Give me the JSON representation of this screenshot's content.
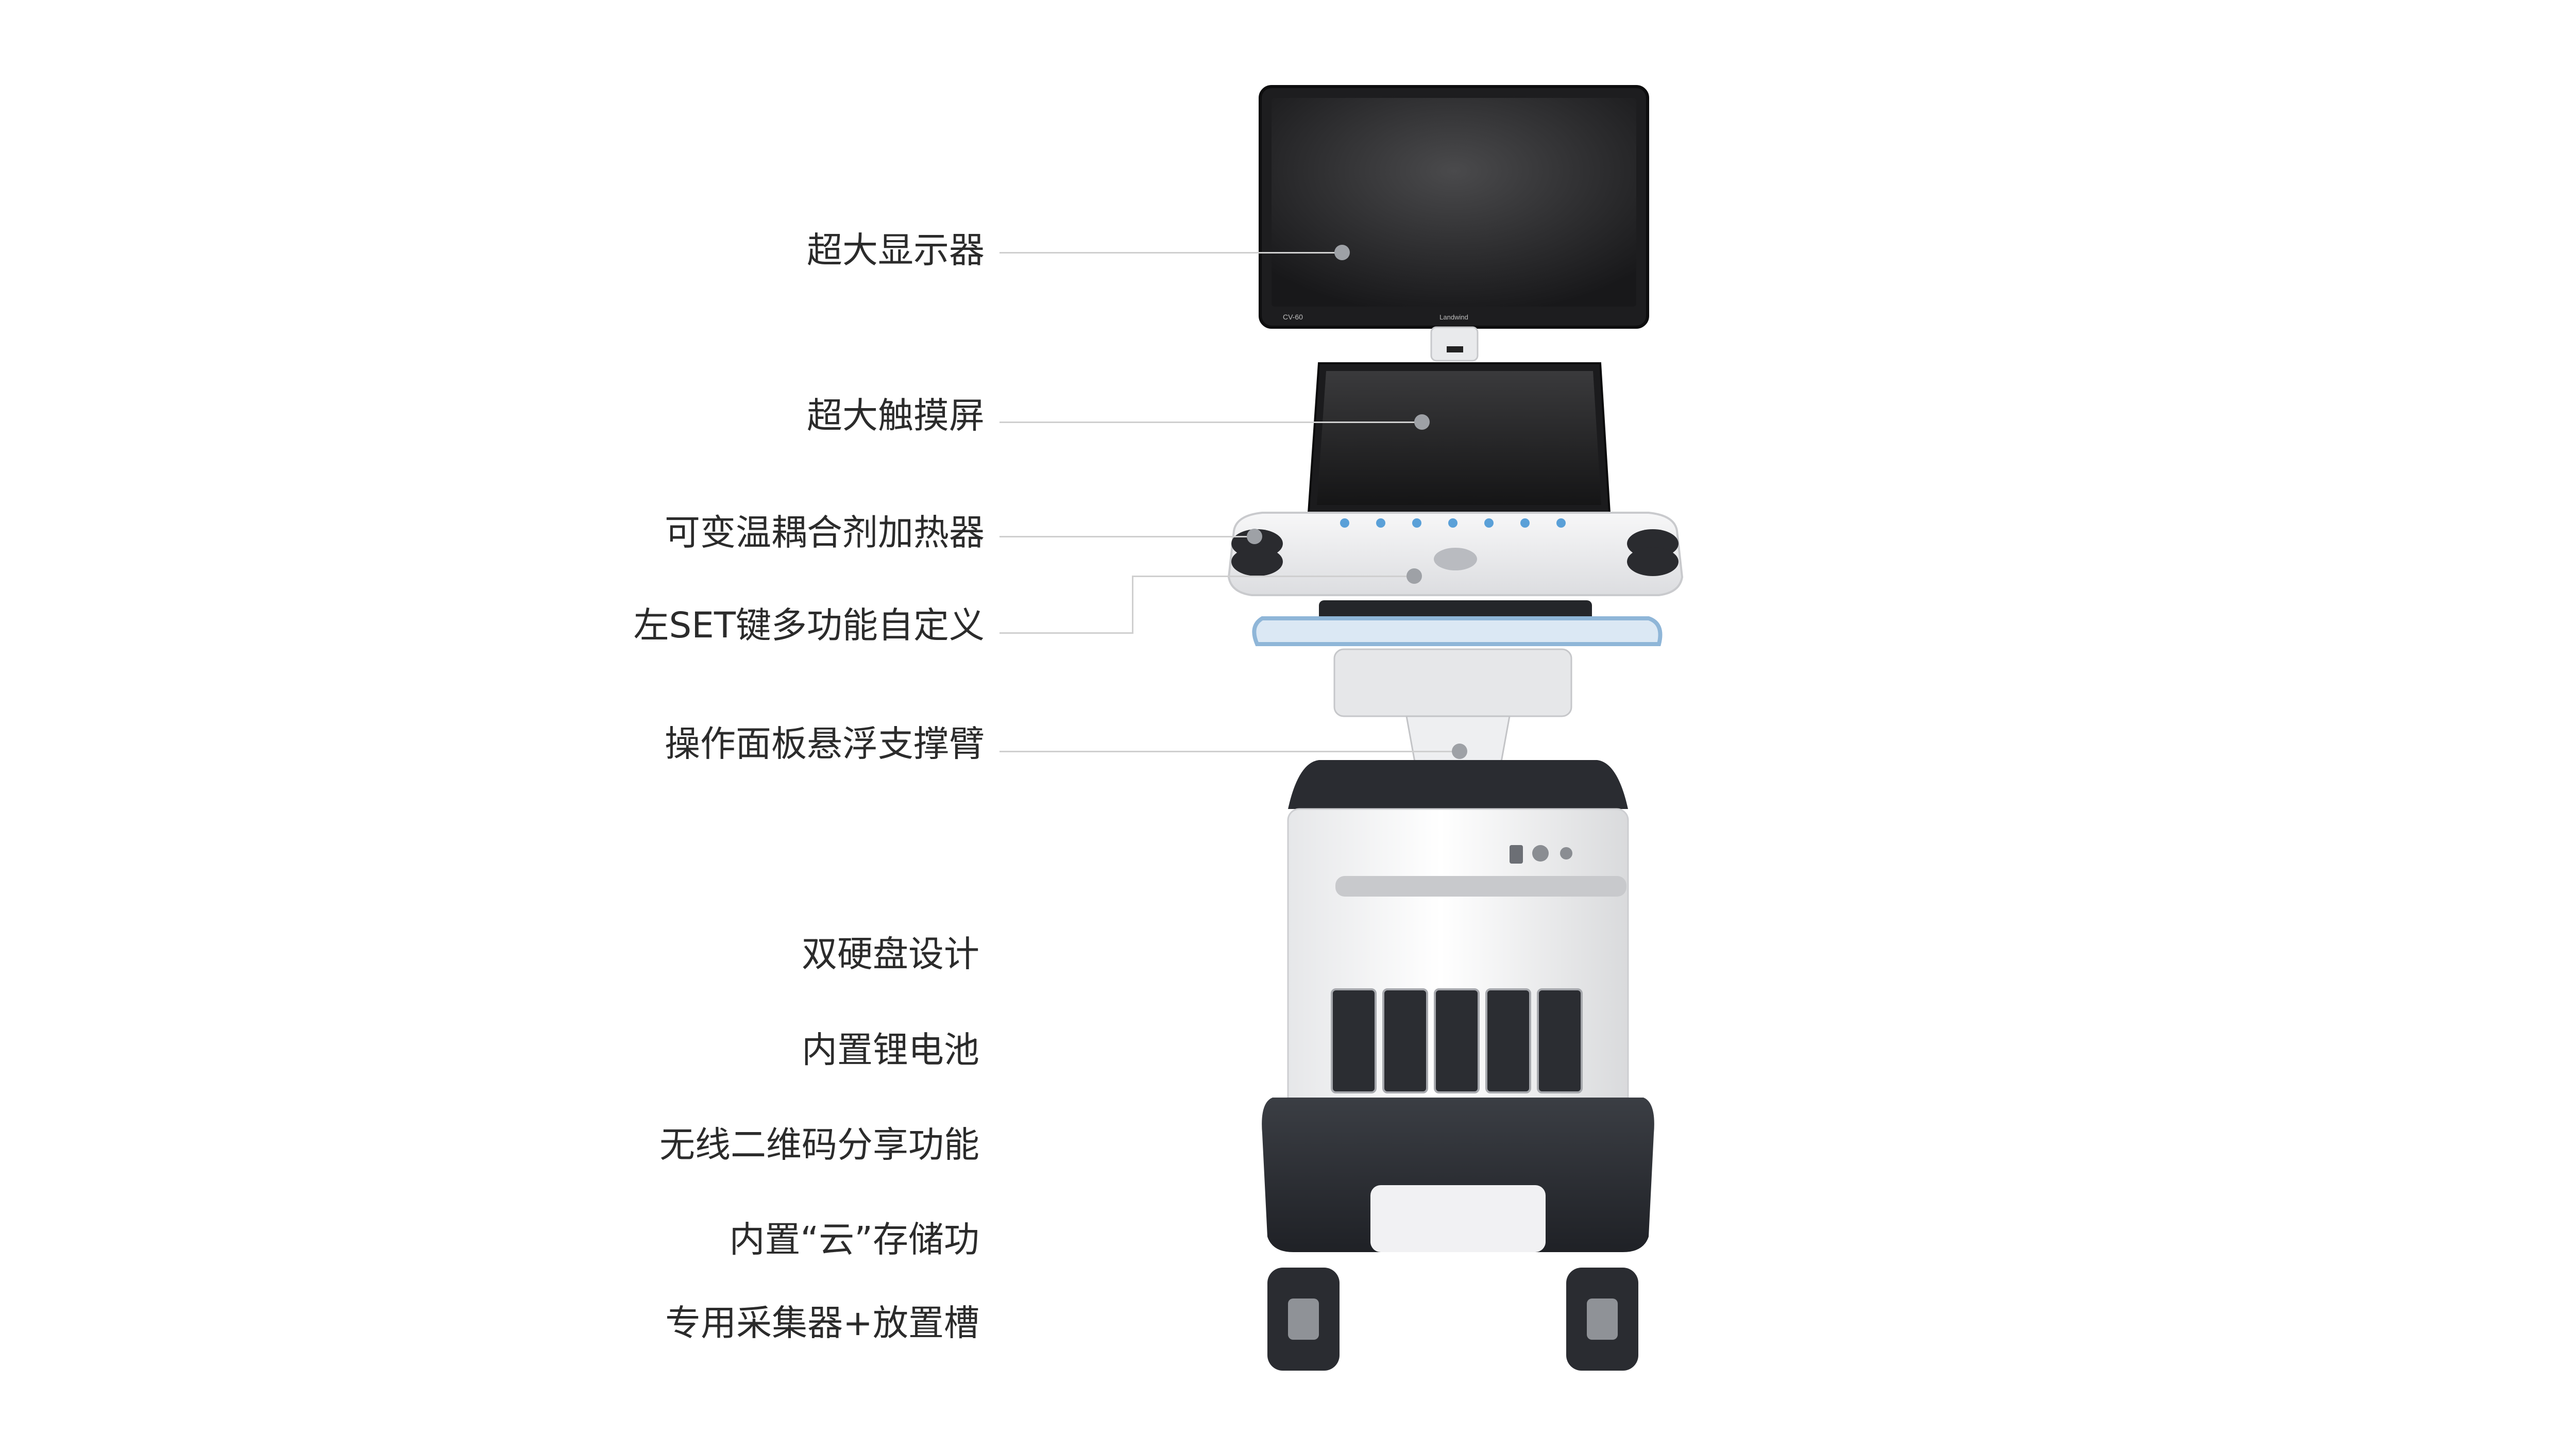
{
  "callouts": [
    {
      "id": "display",
      "label": "超大显示器"
    },
    {
      "id": "touch",
      "label": "超大触摸屏"
    },
    {
      "id": "gel",
      "label": "可变温耦合剂加热器"
    },
    {
      "id": "set",
      "label": "左SET键多功能自定义"
    },
    {
      "id": "arm",
      "label": "操作面板悬浮支撑臂"
    },
    {
      "id": "hdd",
      "label": "双硬盘设计"
    },
    {
      "id": "battery",
      "label": "内置锂电池"
    },
    {
      "id": "qrcode",
      "label": "无线二维码分享功能"
    },
    {
      "id": "cloud",
      "label": "内置“云”存储功"
    },
    {
      "id": "probe",
      "label": "专用采集器+放置槽"
    }
  ],
  "device": {
    "monitor_model": "CV-60",
    "monitor_brand": "Landwind"
  }
}
